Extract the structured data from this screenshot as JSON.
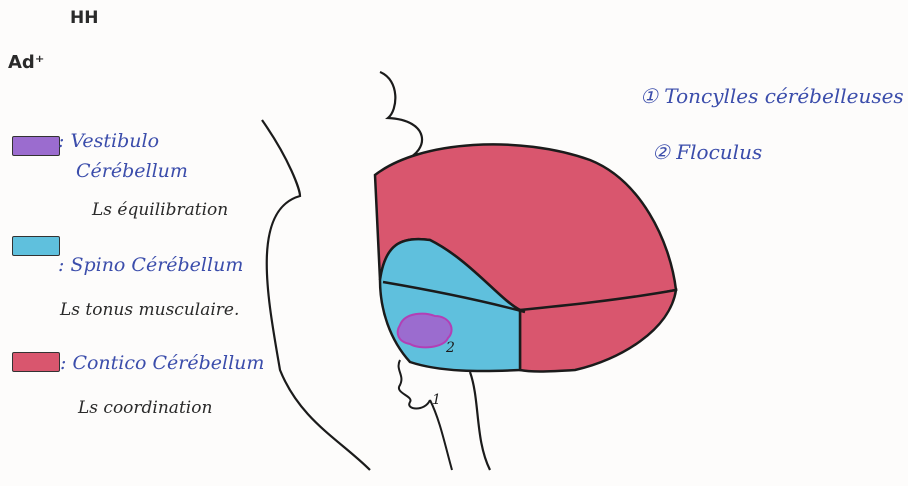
{
  "corner": {
    "line1": "HH",
    "line2": "Ad⁺"
  },
  "legend": [
    {
      "title_l1": ": Vestibulo",
      "title_l2": "Cérébellum",
      "function": "Ls équilibration",
      "color": "#9b6ccf"
    },
    {
      "title_l1": ": Spino Cérébellum",
      "function": "Ls tonus musculaire.",
      "color": "#5fc0dd"
    },
    {
      "title_l1": ": Contico Cérébellum",
      "function": "Ls coordination",
      "color": "#d9566e"
    }
  ],
  "numbered_labels": [
    {
      "text": "① Toncylles cérébelleuses"
    },
    {
      "text": "② Floculus"
    }
  ],
  "diagram_markers": {
    "m1": "1",
    "m2": "2"
  },
  "colors": {
    "cortico": "#d9566e",
    "spino": "#5fc0dd",
    "vestibulo": "#9b6ccf",
    "ink": "#1b1b1b",
    "blue_ink": "#3b4dab"
  }
}
